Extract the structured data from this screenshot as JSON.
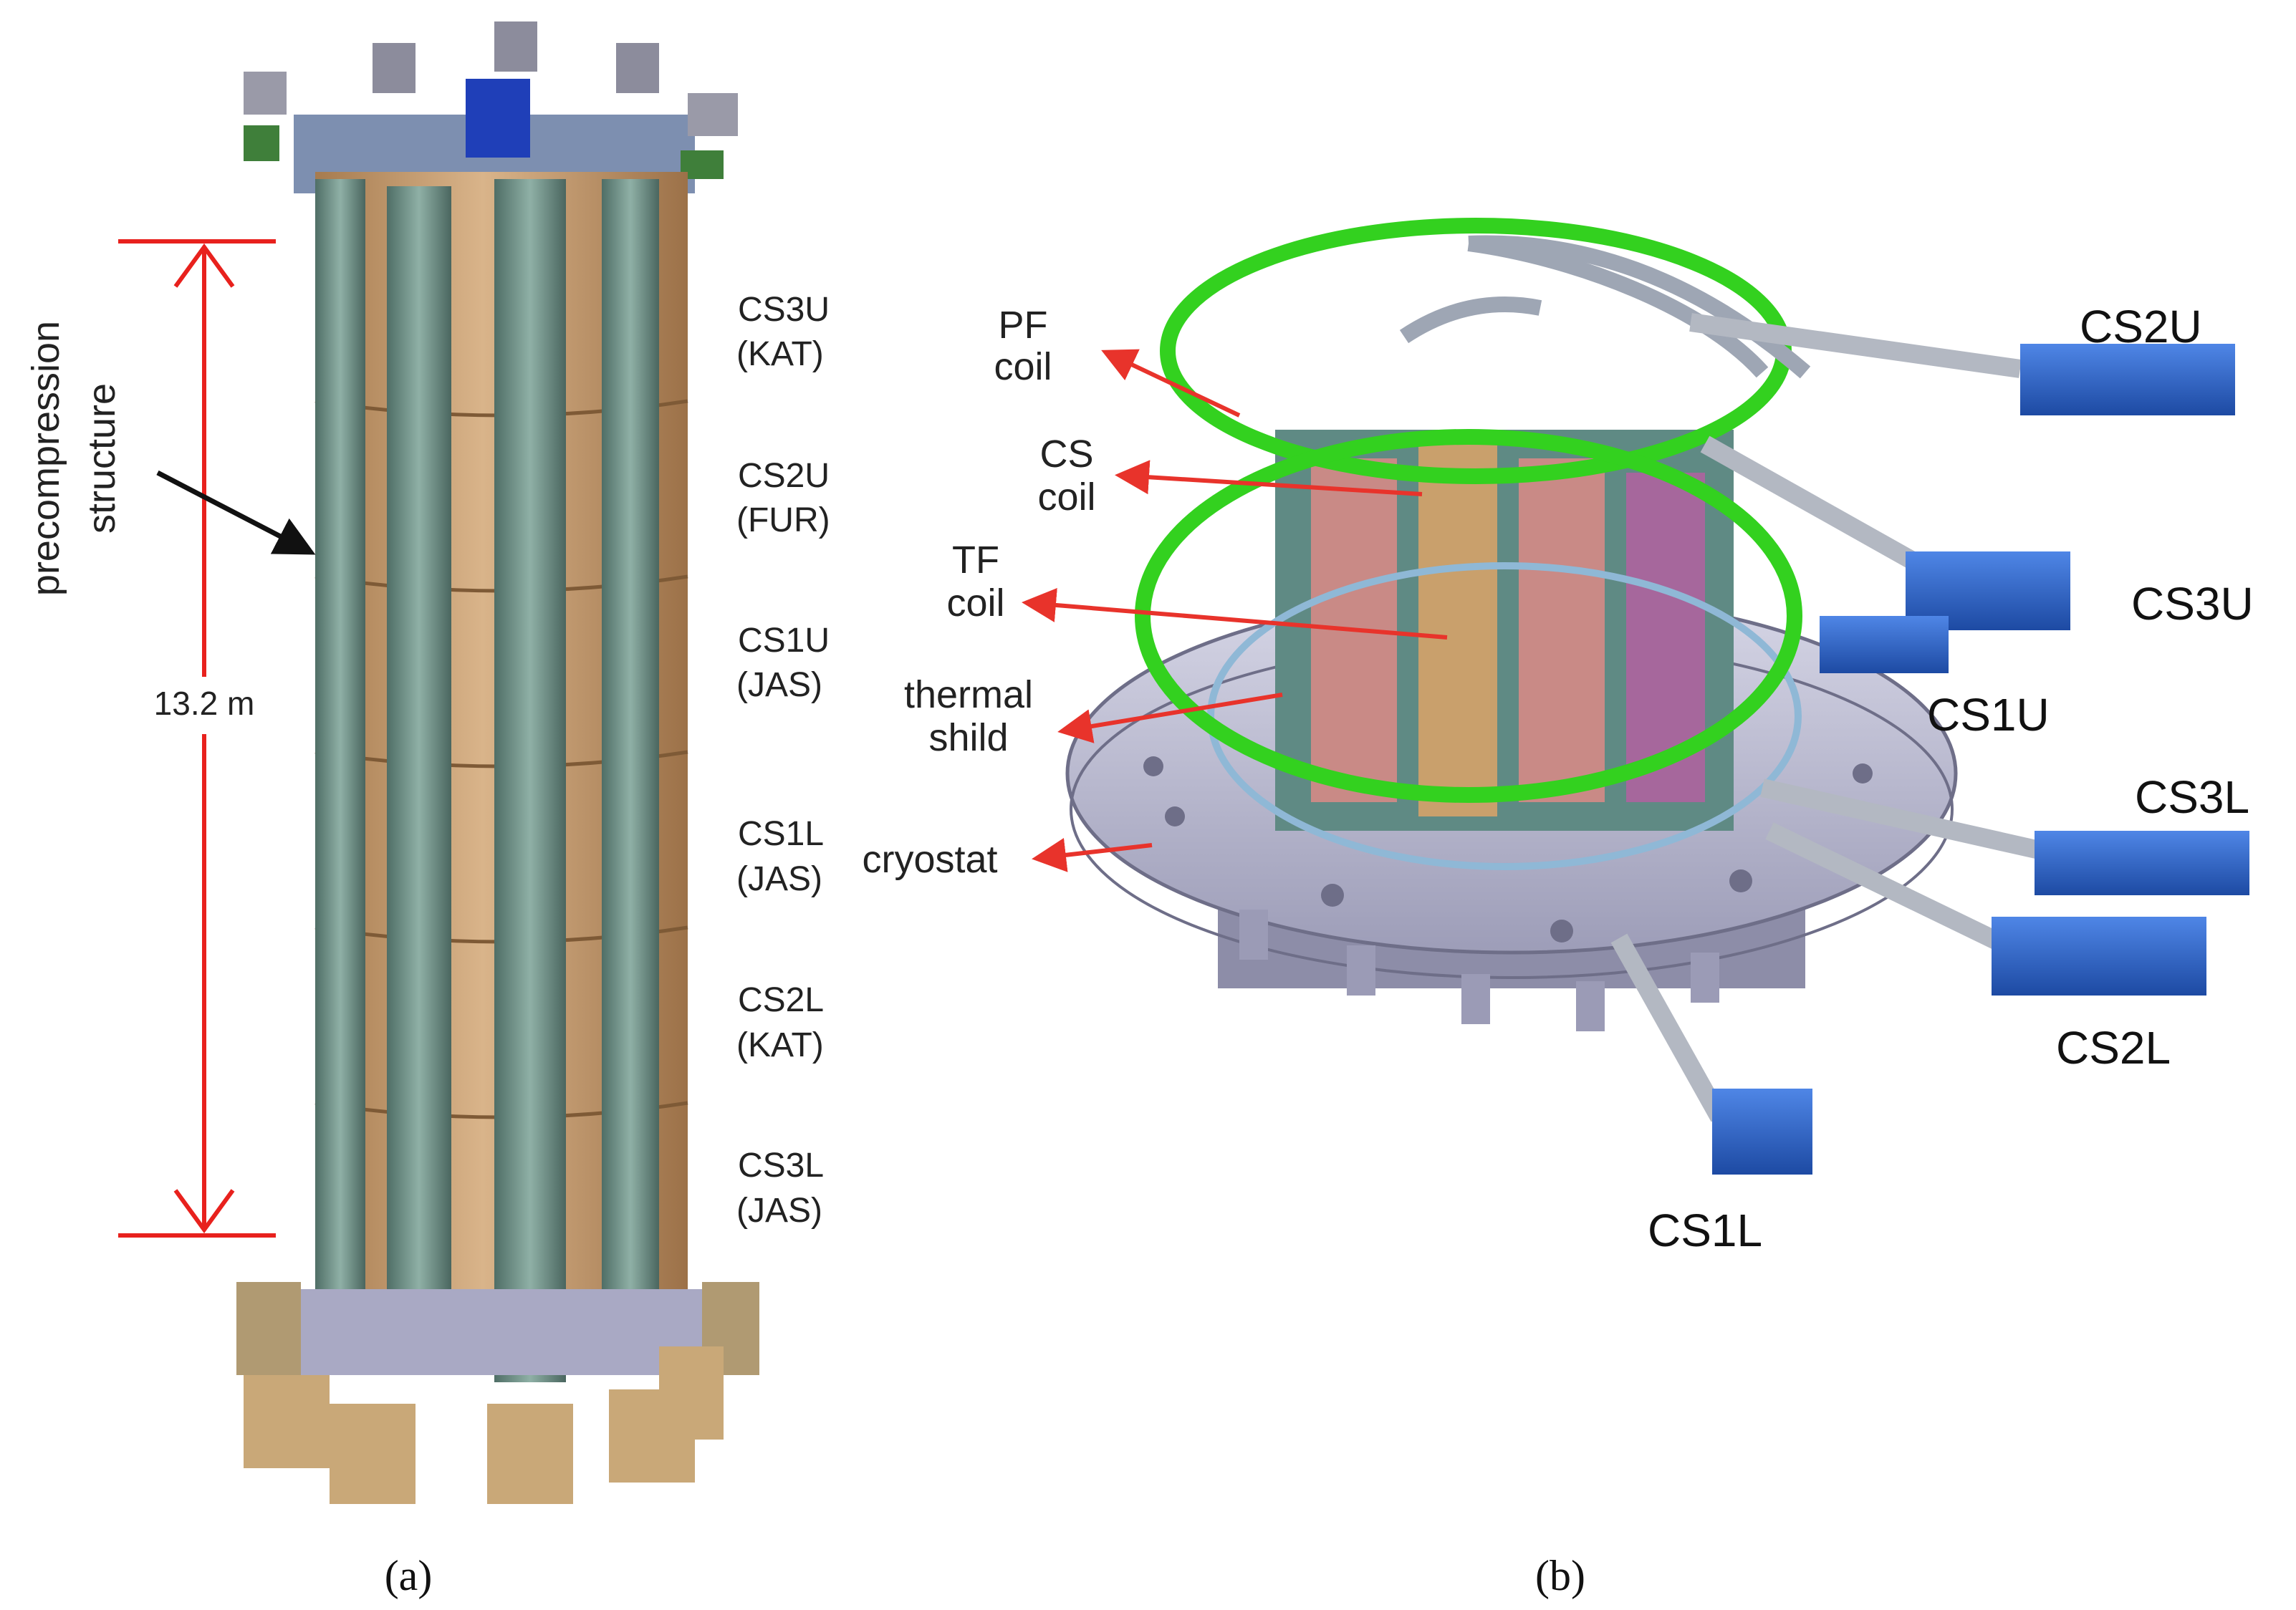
{
  "panel_a": {
    "caption": "(a)",
    "dimension_label": "13.2 m",
    "structure_label": [
      "precompression",
      "structure"
    ],
    "modules": [
      {
        "name": "CS3U",
        "site": "(KAT)"
      },
      {
        "name": "CS2U",
        "site": "(FUR)"
      },
      {
        "name": "CS1U",
        "site": "(JAS)"
      },
      {
        "name": "CS1L",
        "site": "(JAS)"
      },
      {
        "name": "CS2L",
        "site": "(KAT)"
      },
      {
        "name": "CS3L",
        "site": "(JAS)"
      }
    ]
  },
  "panel_b": {
    "caption": "(b)",
    "component_labels": [
      {
        "line1": "PF",
        "line2": "coil"
      },
      {
        "line1": "CS",
        "line2": "coil"
      },
      {
        "line1": "TF",
        "line2": "coil"
      },
      {
        "line1": "thermal",
        "line2": "shild"
      },
      {
        "line1": "cryostat",
        "line2": ""
      }
    ],
    "feeder_labels": [
      "CS2U",
      "CS3U",
      "CS1U",
      "CS3L",
      "CS2L",
      "CS1L"
    ]
  },
  "colors": {
    "annotation_arrow": "#e8332b",
    "dimension_line": "#e8211d",
    "pf_coil": "#33d11f",
    "feeder_box": "#2a63c9",
    "cryostat": "#b8b8cf",
    "coil_module": "#c49a6c",
    "tie_plate": "#6f8f86"
  }
}
